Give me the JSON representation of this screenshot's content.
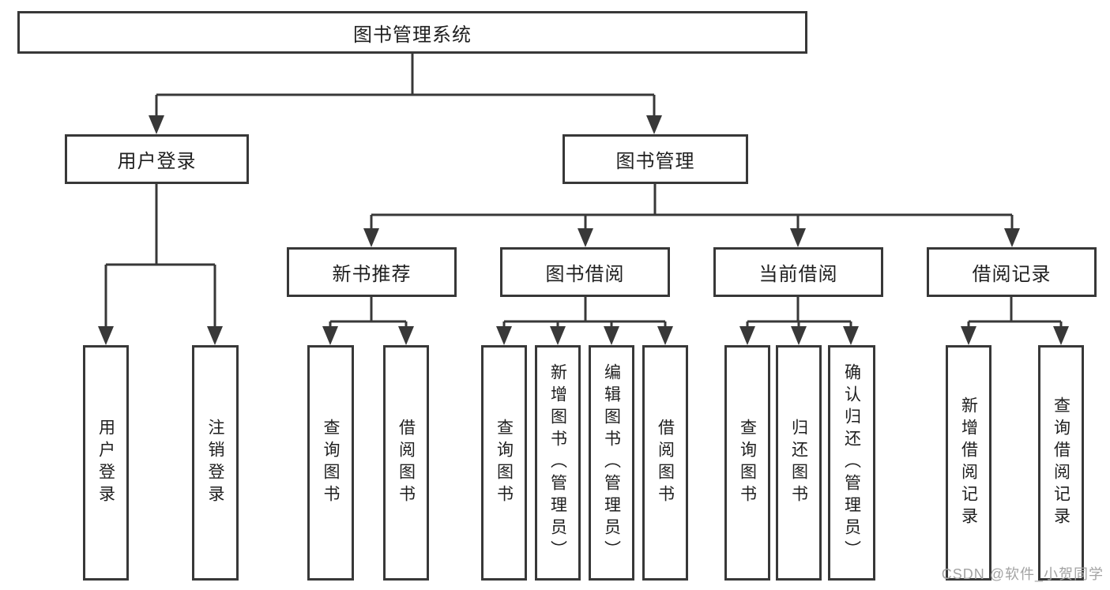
{
  "diagram_title": "图书管理系统",
  "watermark": "CSDN @软件_小贺同学",
  "colors": {
    "line": "#383838",
    "text": "#1f1f1f",
    "background": "#ffffff",
    "watermark_text": "#a3a3a3"
  },
  "tree": {
    "root": {
      "label": "图书管理系统"
    },
    "branches": [
      {
        "label": "用户登录",
        "children": [
          {
            "label": "用户登录"
          },
          {
            "label": "注销登录"
          }
        ]
      },
      {
        "label": "图书管理",
        "children": [
          {
            "label": "新书推荐",
            "children": [
              {
                "label": "查询图书"
              },
              {
                "label": "借阅图书"
              }
            ]
          },
          {
            "label": "图书借阅",
            "children": [
              {
                "label": "查询图书"
              },
              {
                "label": "新增图书（管理员）"
              },
              {
                "label": "编辑图书（管理员）"
              },
              {
                "label": "借阅图书"
              }
            ]
          },
          {
            "label": "当前借阅",
            "children": [
              {
                "label": "查询图书"
              },
              {
                "label": "归还图书"
              },
              {
                "label": "确认归还（管理员）"
              }
            ]
          },
          {
            "label": "借阅记录",
            "children": [
              {
                "label": "新增借阅记录"
              },
              {
                "label": "查询借阅记录"
              }
            ]
          }
        ]
      }
    ]
  }
}
